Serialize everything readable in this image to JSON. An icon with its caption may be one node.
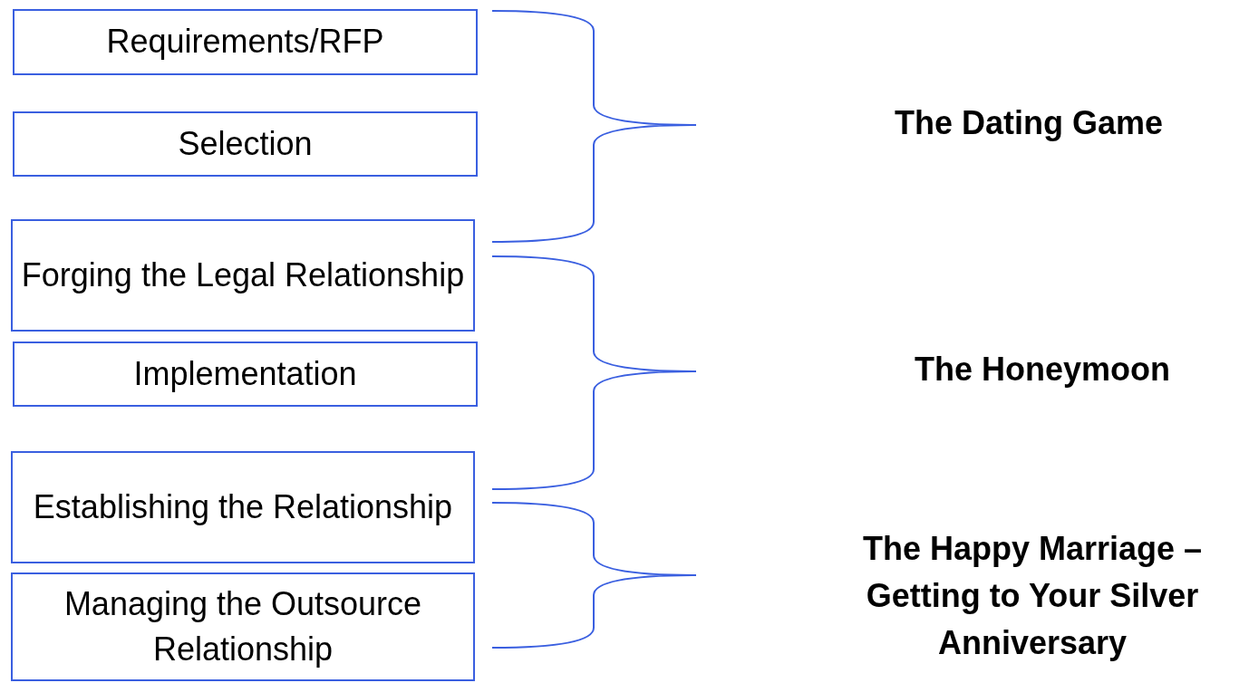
{
  "diagram": {
    "nodes": [
      {
        "text": [
          "Requirements/RFP"
        ]
      },
      {
        "text": [
          "Selection"
        ]
      },
      {
        "text": [
          "Forging the Legal Relationship"
        ]
      },
      {
        "text": [
          "Implementation"
        ]
      },
      {
        "text": [
          "Establishing the Relationship"
        ]
      },
      {
        "text": [
          "Managing the Outsource Relationship"
        ]
      }
    ],
    "labels": [
      "The Dating Game",
      "The Honeymoon",
      "The Happy Marriage – Getting to Your Silver Anniversary"
    ]
  }
}
